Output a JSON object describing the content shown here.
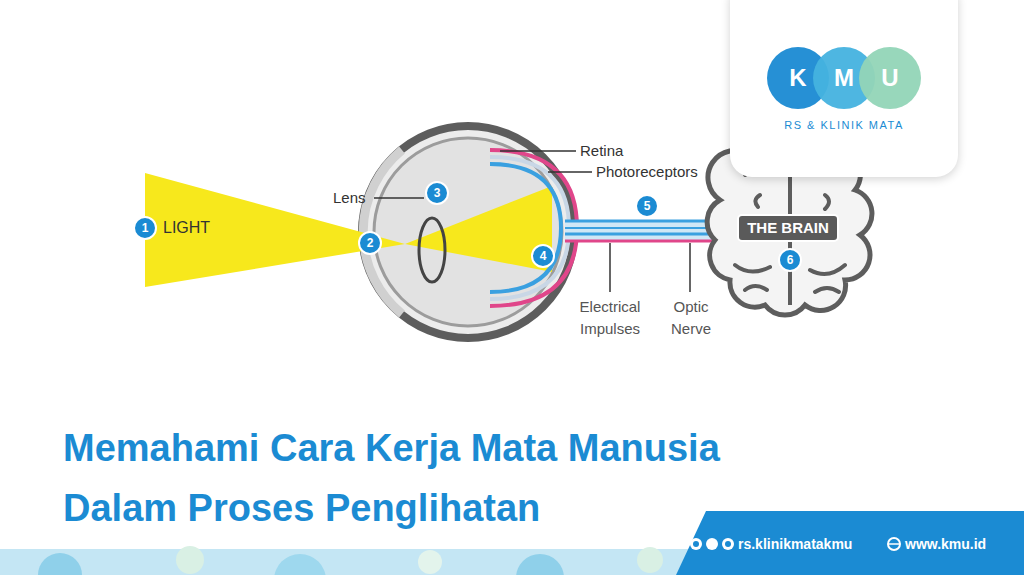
{
  "diagram": {
    "title": "Memahami Cara Kerja Mata Manusia Dalam Proses Penglihatan",
    "nodes": [
      {
        "text": [
          "RS & KLINIK MATA"
        ]
      },
      {
        "text": [
          "K"
        ],
        "in": 0
      },
      {
        "text": [
          "M"
        ],
        "in": 0
      },
      {
        "text": [
          "U"
        ],
        "in": 0
      },
      {
        "text": [
          "THE BRAIN"
        ]
      },
      {
        "text": [
          "rs.klinikmatakmu",
          "www.kmu.id"
        ]
      }
    ],
    "edges": [],
    "labels": [
      "1",
      "LIGHT",
      "2",
      "Lens",
      "3",
      "4",
      "Retina",
      "Photoreceptors",
      "5",
      "Electrical Impulses",
      "Optic Nerve",
      "6"
    ]
  }
}
